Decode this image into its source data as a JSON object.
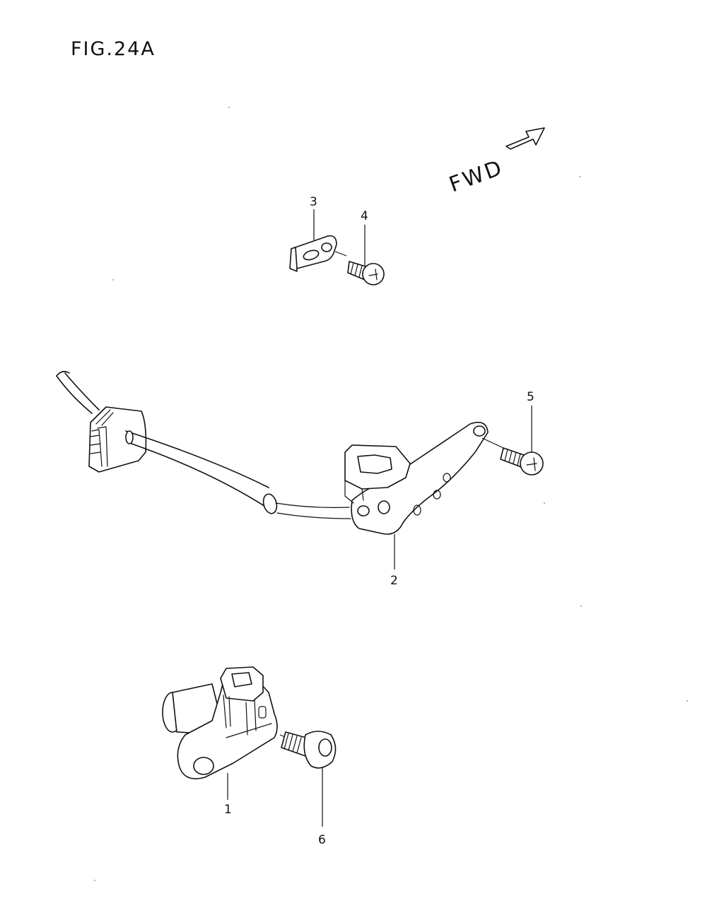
{
  "figure": {
    "title": "FIG.24A"
  },
  "direction_marker": {
    "label": "FWD"
  },
  "callouts": [
    {
      "id": "callout-1",
      "number": "1"
    },
    {
      "id": "callout-2",
      "number": "2"
    },
    {
      "id": "callout-3",
      "number": "3"
    },
    {
      "id": "callout-4",
      "number": "4"
    },
    {
      "id": "callout-5",
      "number": "5"
    },
    {
      "id": "callout-6",
      "number": "6"
    }
  ]
}
